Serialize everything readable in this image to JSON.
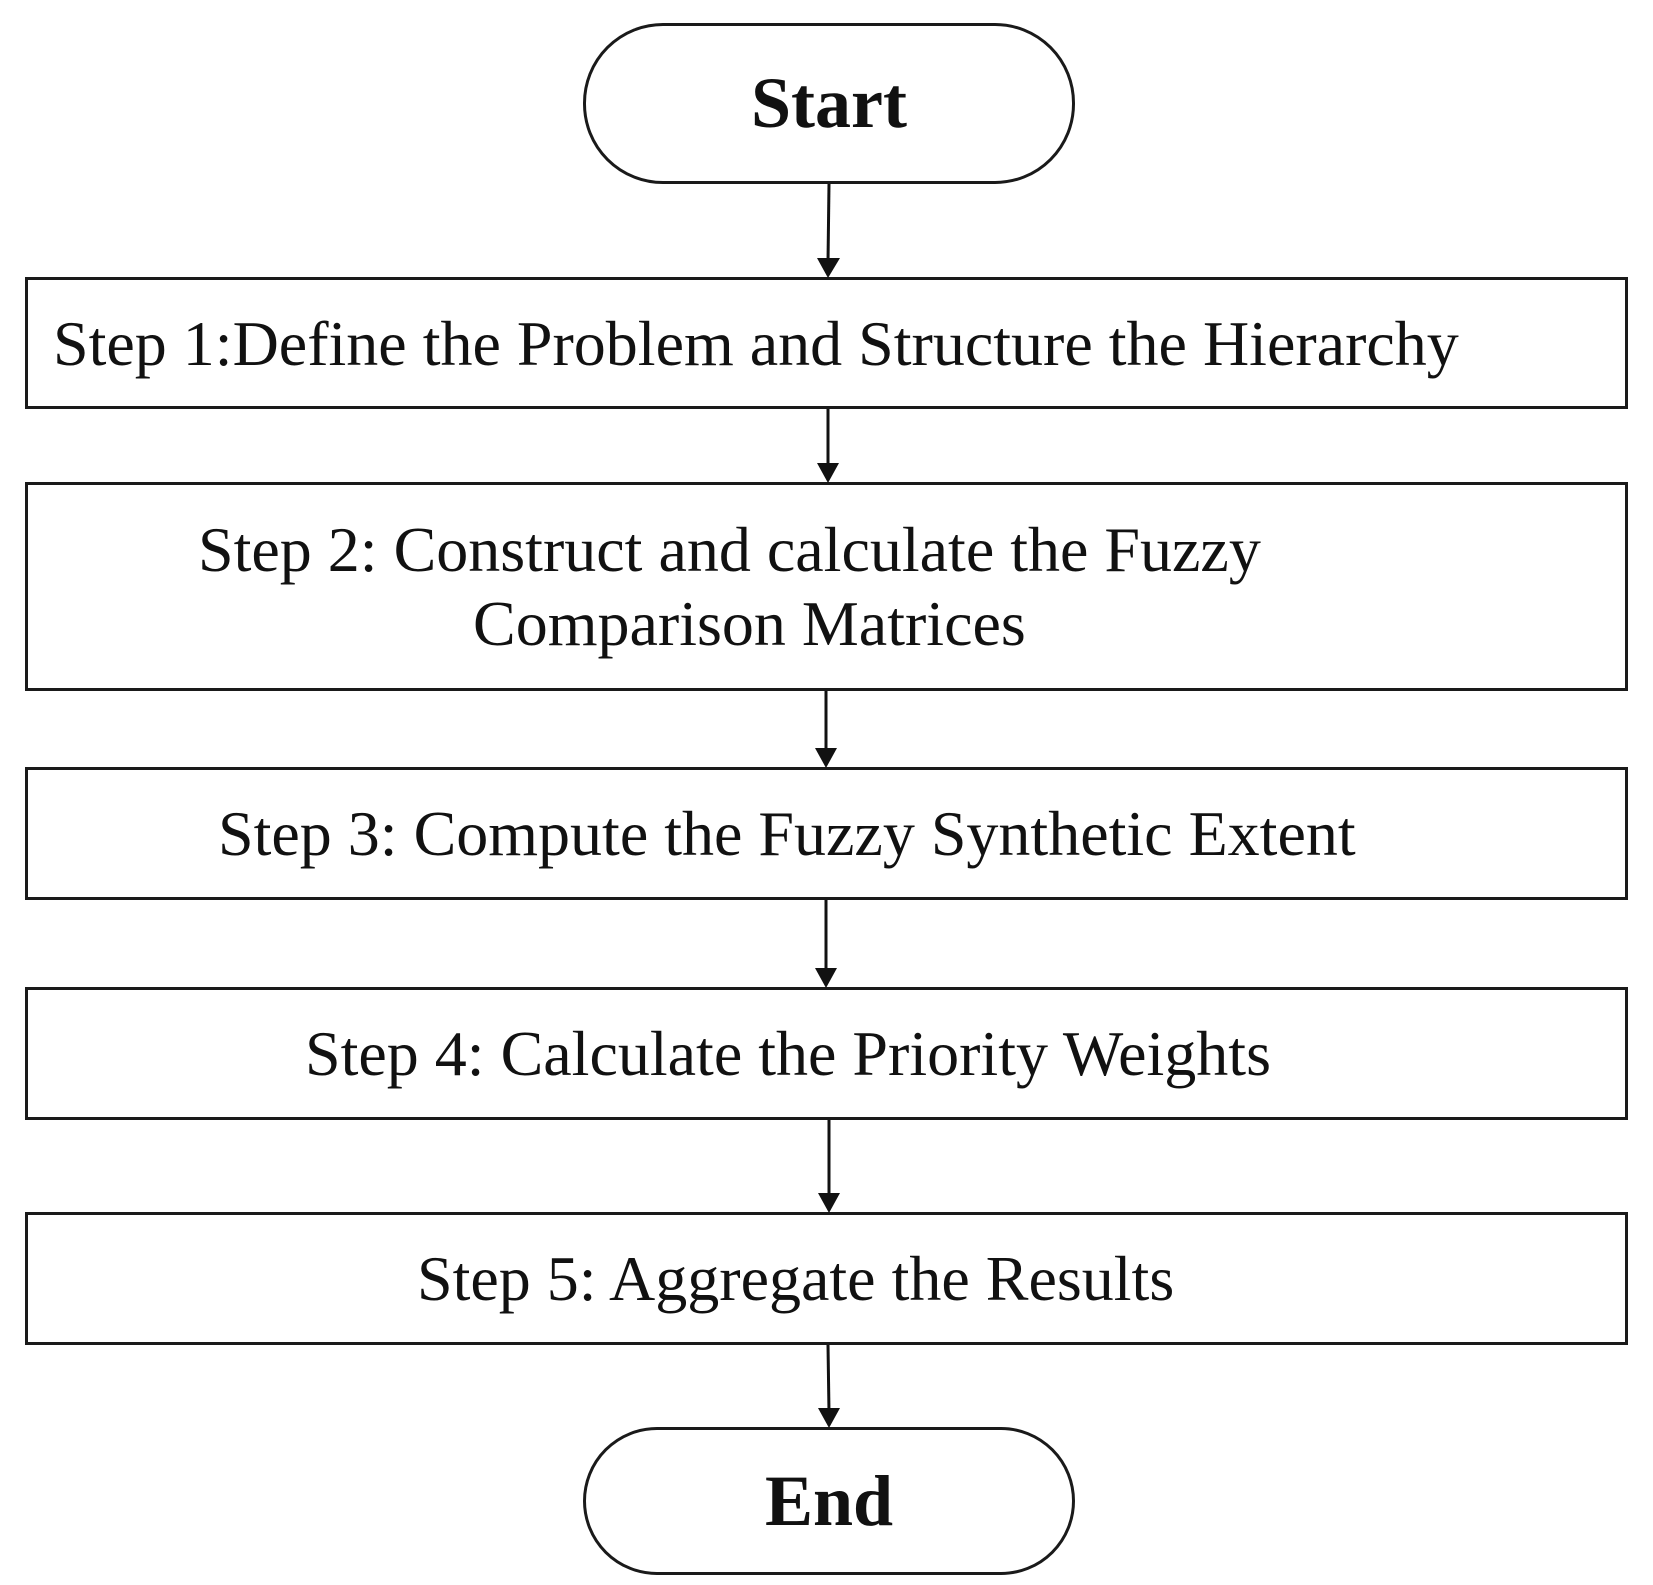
{
  "diagram": {
    "start_label": "Start",
    "end_label": "End",
    "steps": [
      {
        "lines": [
          "Step 1:Define the Problem and Structure the Hierarchy"
        ]
      },
      {
        "lines": [
          "Step 2: Construct and calculate the Fuzzy",
          "Comparison Matrices"
        ]
      },
      {
        "lines": [
          "Step 3: Compute the Fuzzy Synthetic Extent"
        ]
      },
      {
        "lines": [
          "Step 4: Calculate the Priority Weights"
        ]
      },
      {
        "lines": [
          "Step 5: Aggregate the Results"
        ]
      }
    ]
  }
}
